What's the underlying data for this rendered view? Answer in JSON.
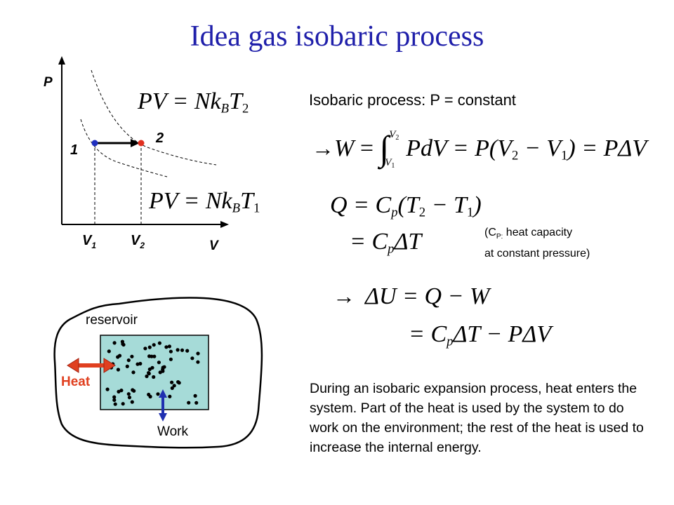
{
  "title": "Idea gas isobaric process",
  "pv_graph": {
    "axis_p": "P",
    "axis_v": "V",
    "point1": "1",
    "point2": "2",
    "v1": "V",
    "v1_sub": "1",
    "v2": "V",
    "v2_sub": "2",
    "eq_t2": {
      "lhs": "PV = Nk",
      "sub": "B",
      "rhs": "T",
      "rhs_sub": "2"
    },
    "eq_t1": {
      "lhs": "PV = Nk",
      "sub": "B",
      "rhs": "T",
      "rhs_sub": "1"
    },
    "colors": {
      "point1": "#1f2fbf",
      "point2": "#e03020"
    }
  },
  "statement": "Isobaric process: P = constant",
  "work_eq": {
    "arrow": "→",
    "w": "W",
    "eq1": "=",
    "int_upper": "V",
    "int_upper_sub": "2",
    "int_lower": "V",
    "int_lower_sub": "1",
    "integrand": "PdV",
    "eq2": "= P(V",
    "v2_sub": "2",
    "minus": " − V",
    "v1_sub": "1",
    "close": ") = PΔV"
  },
  "heat_eq": {
    "line1": {
      "lhs": "Q = C",
      "sub": "p",
      "rhs": "(T",
      "t2": "2",
      "mid": " − T",
      "t1": "1",
      "end": ")"
    },
    "line2": {
      "lhs": "= C",
      "sub": "p",
      "rhs": "ΔT"
    }
  },
  "cp_note": {
    "open": "(C",
    "sub": "P:",
    "rest": "  heat capacity",
    "line2": "at constant pressure)"
  },
  "energy_eq": {
    "line1": {
      "arrow": "→",
      "body": "ΔU = Q − W"
    },
    "line2": {
      "lhs": "= C",
      "sub": "p",
      "rhs": "ΔT − PΔV"
    }
  },
  "reservoir": {
    "label": "reservoir",
    "heat_label": "Heat",
    "work_label": "Work",
    "colors": {
      "box": "#a6dbd8",
      "heat": "#e04020",
      "work": "#2030b0"
    }
  },
  "paragraph": "During an isobaric expansion process, heat enters the system. Part of the heat is used by the system to do work on the environment; the rest of the heat is used to increase the internal energy."
}
